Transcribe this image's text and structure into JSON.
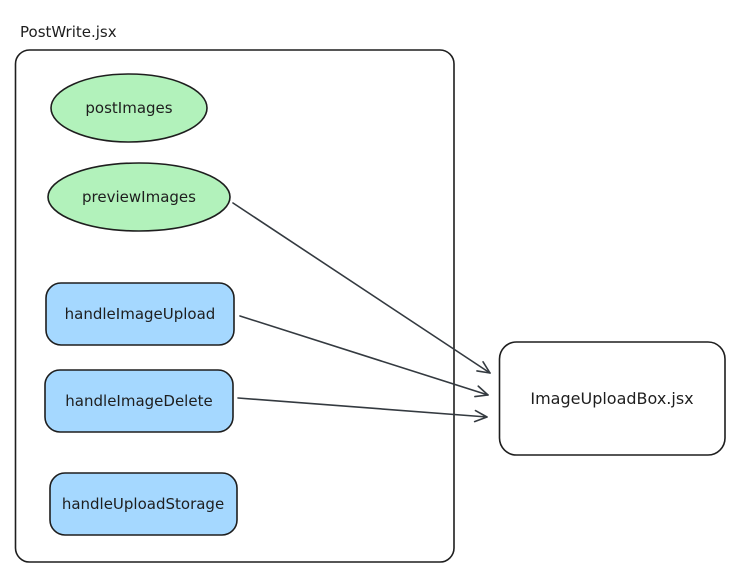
{
  "colors": {
    "node_green": "#b2f2bb",
    "node_blue": "#a5d8ff",
    "stroke": "#1e1e1e",
    "arrow": "#343a40",
    "background": "#ffffff"
  },
  "container": {
    "label": "PostWrite.jsx"
  },
  "nodes": [
    {
      "id": "postImages",
      "label": "postImages",
      "shape": "ellipse"
    },
    {
      "id": "previewImages",
      "label": "previewImages",
      "shape": "ellipse"
    },
    {
      "id": "handleImageUpload",
      "label": "handleImageUpload",
      "shape": "rounded-rectangle"
    },
    {
      "id": "handleImageDelete",
      "label": "handleImageDelete",
      "shape": "rounded-rectangle"
    },
    {
      "id": "handleUploadStorage",
      "label": "handleUploadStorage",
      "shape": "rounded-rectangle"
    }
  ],
  "external": {
    "id": "ImageUploadBox",
    "label": "ImageUploadBox.jsx",
    "shape": "rounded-rectangle"
  },
  "edges": [
    {
      "from": "previewImages",
      "to": "ImageUploadBox.jsx"
    },
    {
      "from": "handleImageUpload",
      "to": "ImageUploadBox.jsx"
    },
    {
      "from": "handleImageDelete",
      "to": "ImageUploadBox.jsx"
    }
  ]
}
